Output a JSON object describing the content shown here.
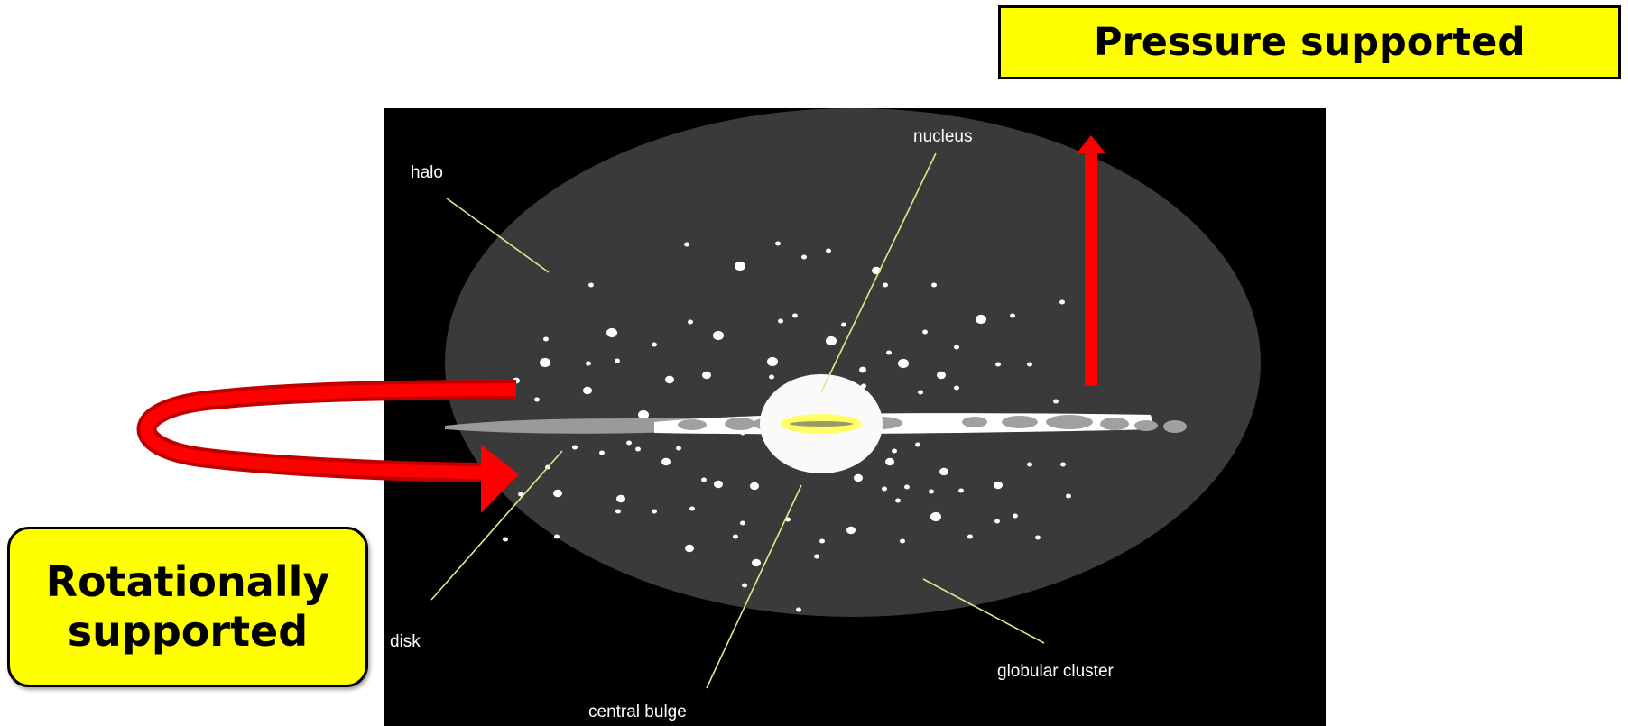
{
  "labels": {
    "pressure_supported": "Pressure supported",
    "rotationally_supported": "Rotationally supported"
  },
  "galaxy": {
    "halo": "halo",
    "nucleus": "nucleus",
    "disk": "disk",
    "central_bulge": "central bulge",
    "globular_cluster": "globular cluster"
  },
  "colors": {
    "arrow": "#ff0000",
    "label_box": "#ffff00",
    "halo": "#3a3a3a",
    "background": "#000000",
    "leader_lines": "#e6e68a",
    "nucleus": "#ffff66"
  }
}
